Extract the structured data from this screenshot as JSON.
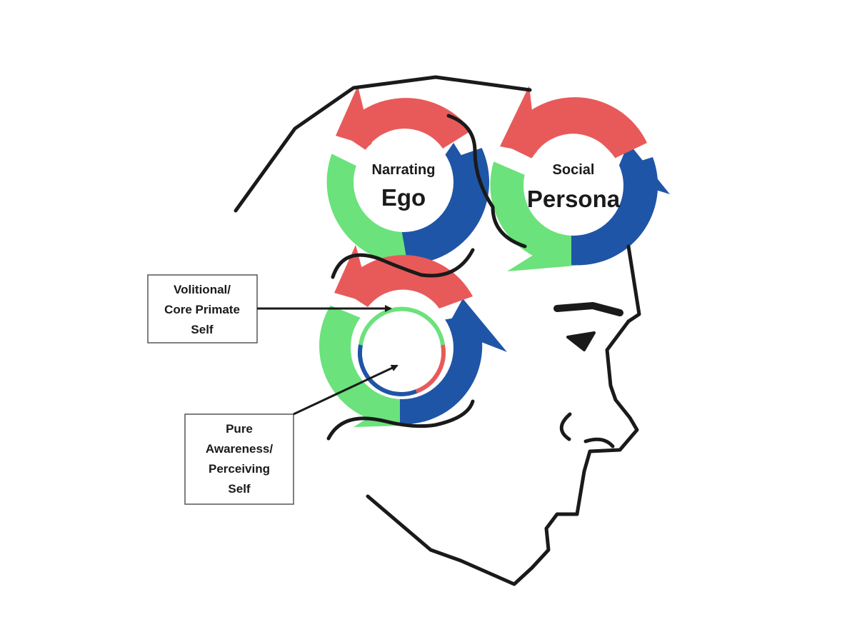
{
  "colors": {
    "red": "#E85A5A",
    "green": "#6BE27B",
    "blue": "#1F55A6",
    "ink": "#1a1a1a",
    "background": "#ffffff"
  },
  "cycles": [
    {
      "id": "narrating-ego",
      "line1": "Narrating",
      "line2": "Ego"
    },
    {
      "id": "social-persona",
      "line1": "Social",
      "line2": "Persona"
    },
    {
      "id": "core-self",
      "line1": "",
      "line2": ""
    }
  ],
  "callouts": [
    {
      "id": "volitional",
      "lines": [
        "Volitional/",
        "Core Primate",
        "Self"
      ]
    },
    {
      "id": "awareness",
      "lines": [
        "Pure",
        "Awareness/",
        "Perceiving",
        "Self"
      ]
    }
  ]
}
